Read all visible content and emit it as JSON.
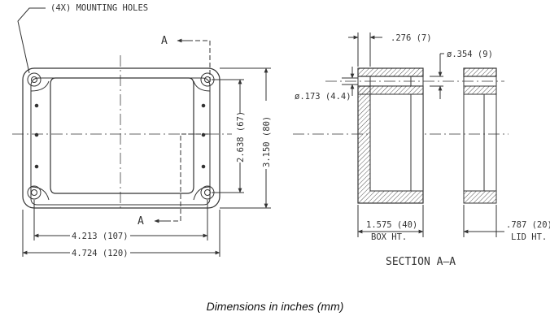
{
  "labels": {
    "mounting_holes": "(4X) MOUNTING HOLES",
    "section_marker": "A",
    "dim_width_inner": "4.213 (107)",
    "dim_width_outer": "4.724 (120)",
    "dim_height_inner": "2.638 (67)",
    "dim_height_outer": "3.150 (80)",
    "dim_wall": ".276 (7)",
    "dim_hole_large": "ø.354 (9)",
    "dim_hole_small": "ø.173 (4.4)",
    "dim_box_ht": "1.575 (40)",
    "box_ht_label": "BOX HT.",
    "dim_lid_ht": ".787 (20)",
    "lid_ht_label": "LID HT.",
    "section_title": "SECTION A–A"
  },
  "caption": "Dimensions in inches (mm)",
  "colors": {
    "line": "#333333",
    "hatch": "#666666",
    "background": "#ffffff"
  }
}
